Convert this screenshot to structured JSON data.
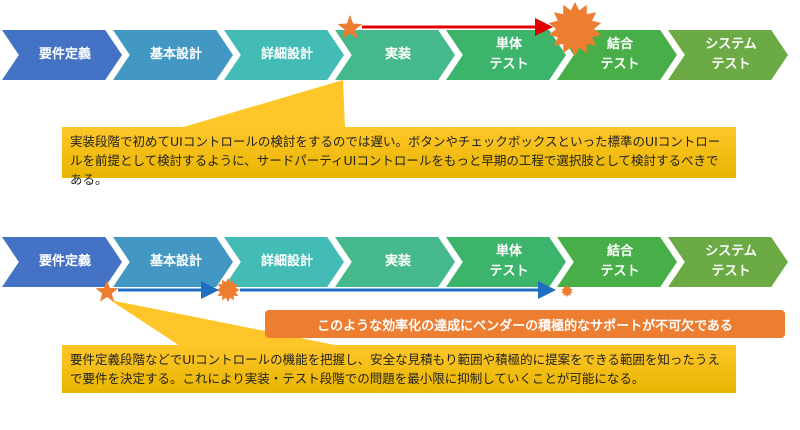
{
  "phases": [
    "要件定義",
    "基本設計",
    "詳細設計",
    "実装",
    "単体\nテスト",
    "結合\nテスト",
    "システム\nテスト"
  ],
  "top": {
    "note": "実装段階で初めてUIコントロールの検討をするのでは遅い。ボタンやチェックボックスといった標準のUIコントロールを前提として検討するように、サードパーティUIコントロールをもっと早期の工程で選択肢として検討するべきである。"
  },
  "bottom": {
    "banner": "このような効率化の達成にベンダーの積極的なサポートが不可欠である",
    "note": "要件定義段階などでUIコントロールの機能を把握し、安全な見積もり範囲や積極的に提案をできる範囲を知ったうえで要件を決定する。これにより実装・テスト段階での問題を最小限に抑制していくことが可能になる。"
  },
  "colors": {
    "arrow_top": "#E00000",
    "arrow_bottom": "#1F6FC0",
    "burst": "#ED7D31",
    "callout": "#FFC000"
  }
}
